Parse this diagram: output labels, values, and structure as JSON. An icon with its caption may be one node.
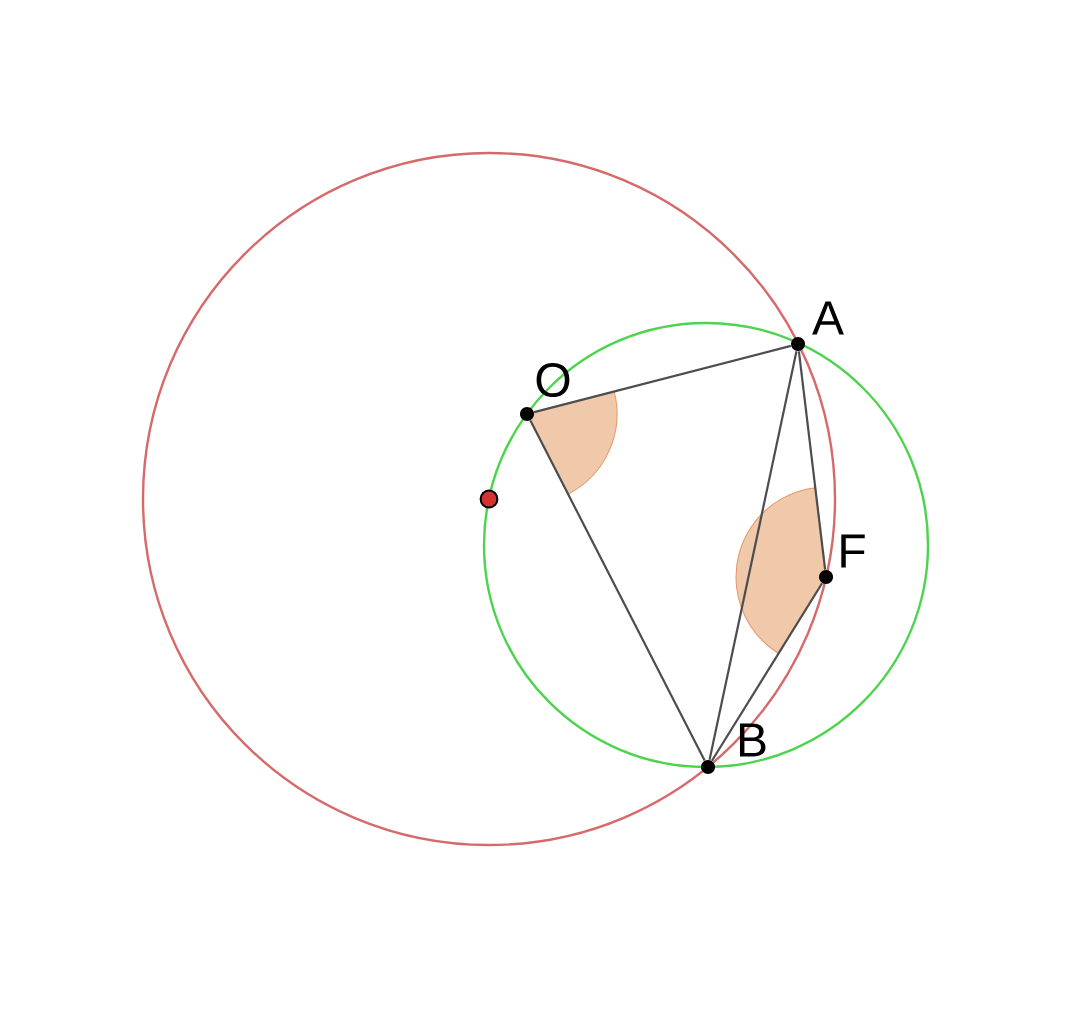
{
  "diagram": {
    "nodes": [
      {
        "text": [
          "O"
        ]
      },
      {
        "text": [
          "A"
        ]
      },
      {
        "text": [
          "F"
        ]
      },
      {
        "text": [
          "B"
        ]
      }
    ],
    "edges": [
      {
        "from": 0,
        "to": 1,
        "arrow": "none"
      },
      {
        "from": 0,
        "to": 3,
        "arrow": "none"
      },
      {
        "from": 1,
        "to": 3,
        "arrow": "none"
      },
      {
        "from": 1,
        "to": 2,
        "arrow": "none"
      },
      {
        "from": 2,
        "to": 3,
        "arrow": "none"
      }
    ]
  }
}
